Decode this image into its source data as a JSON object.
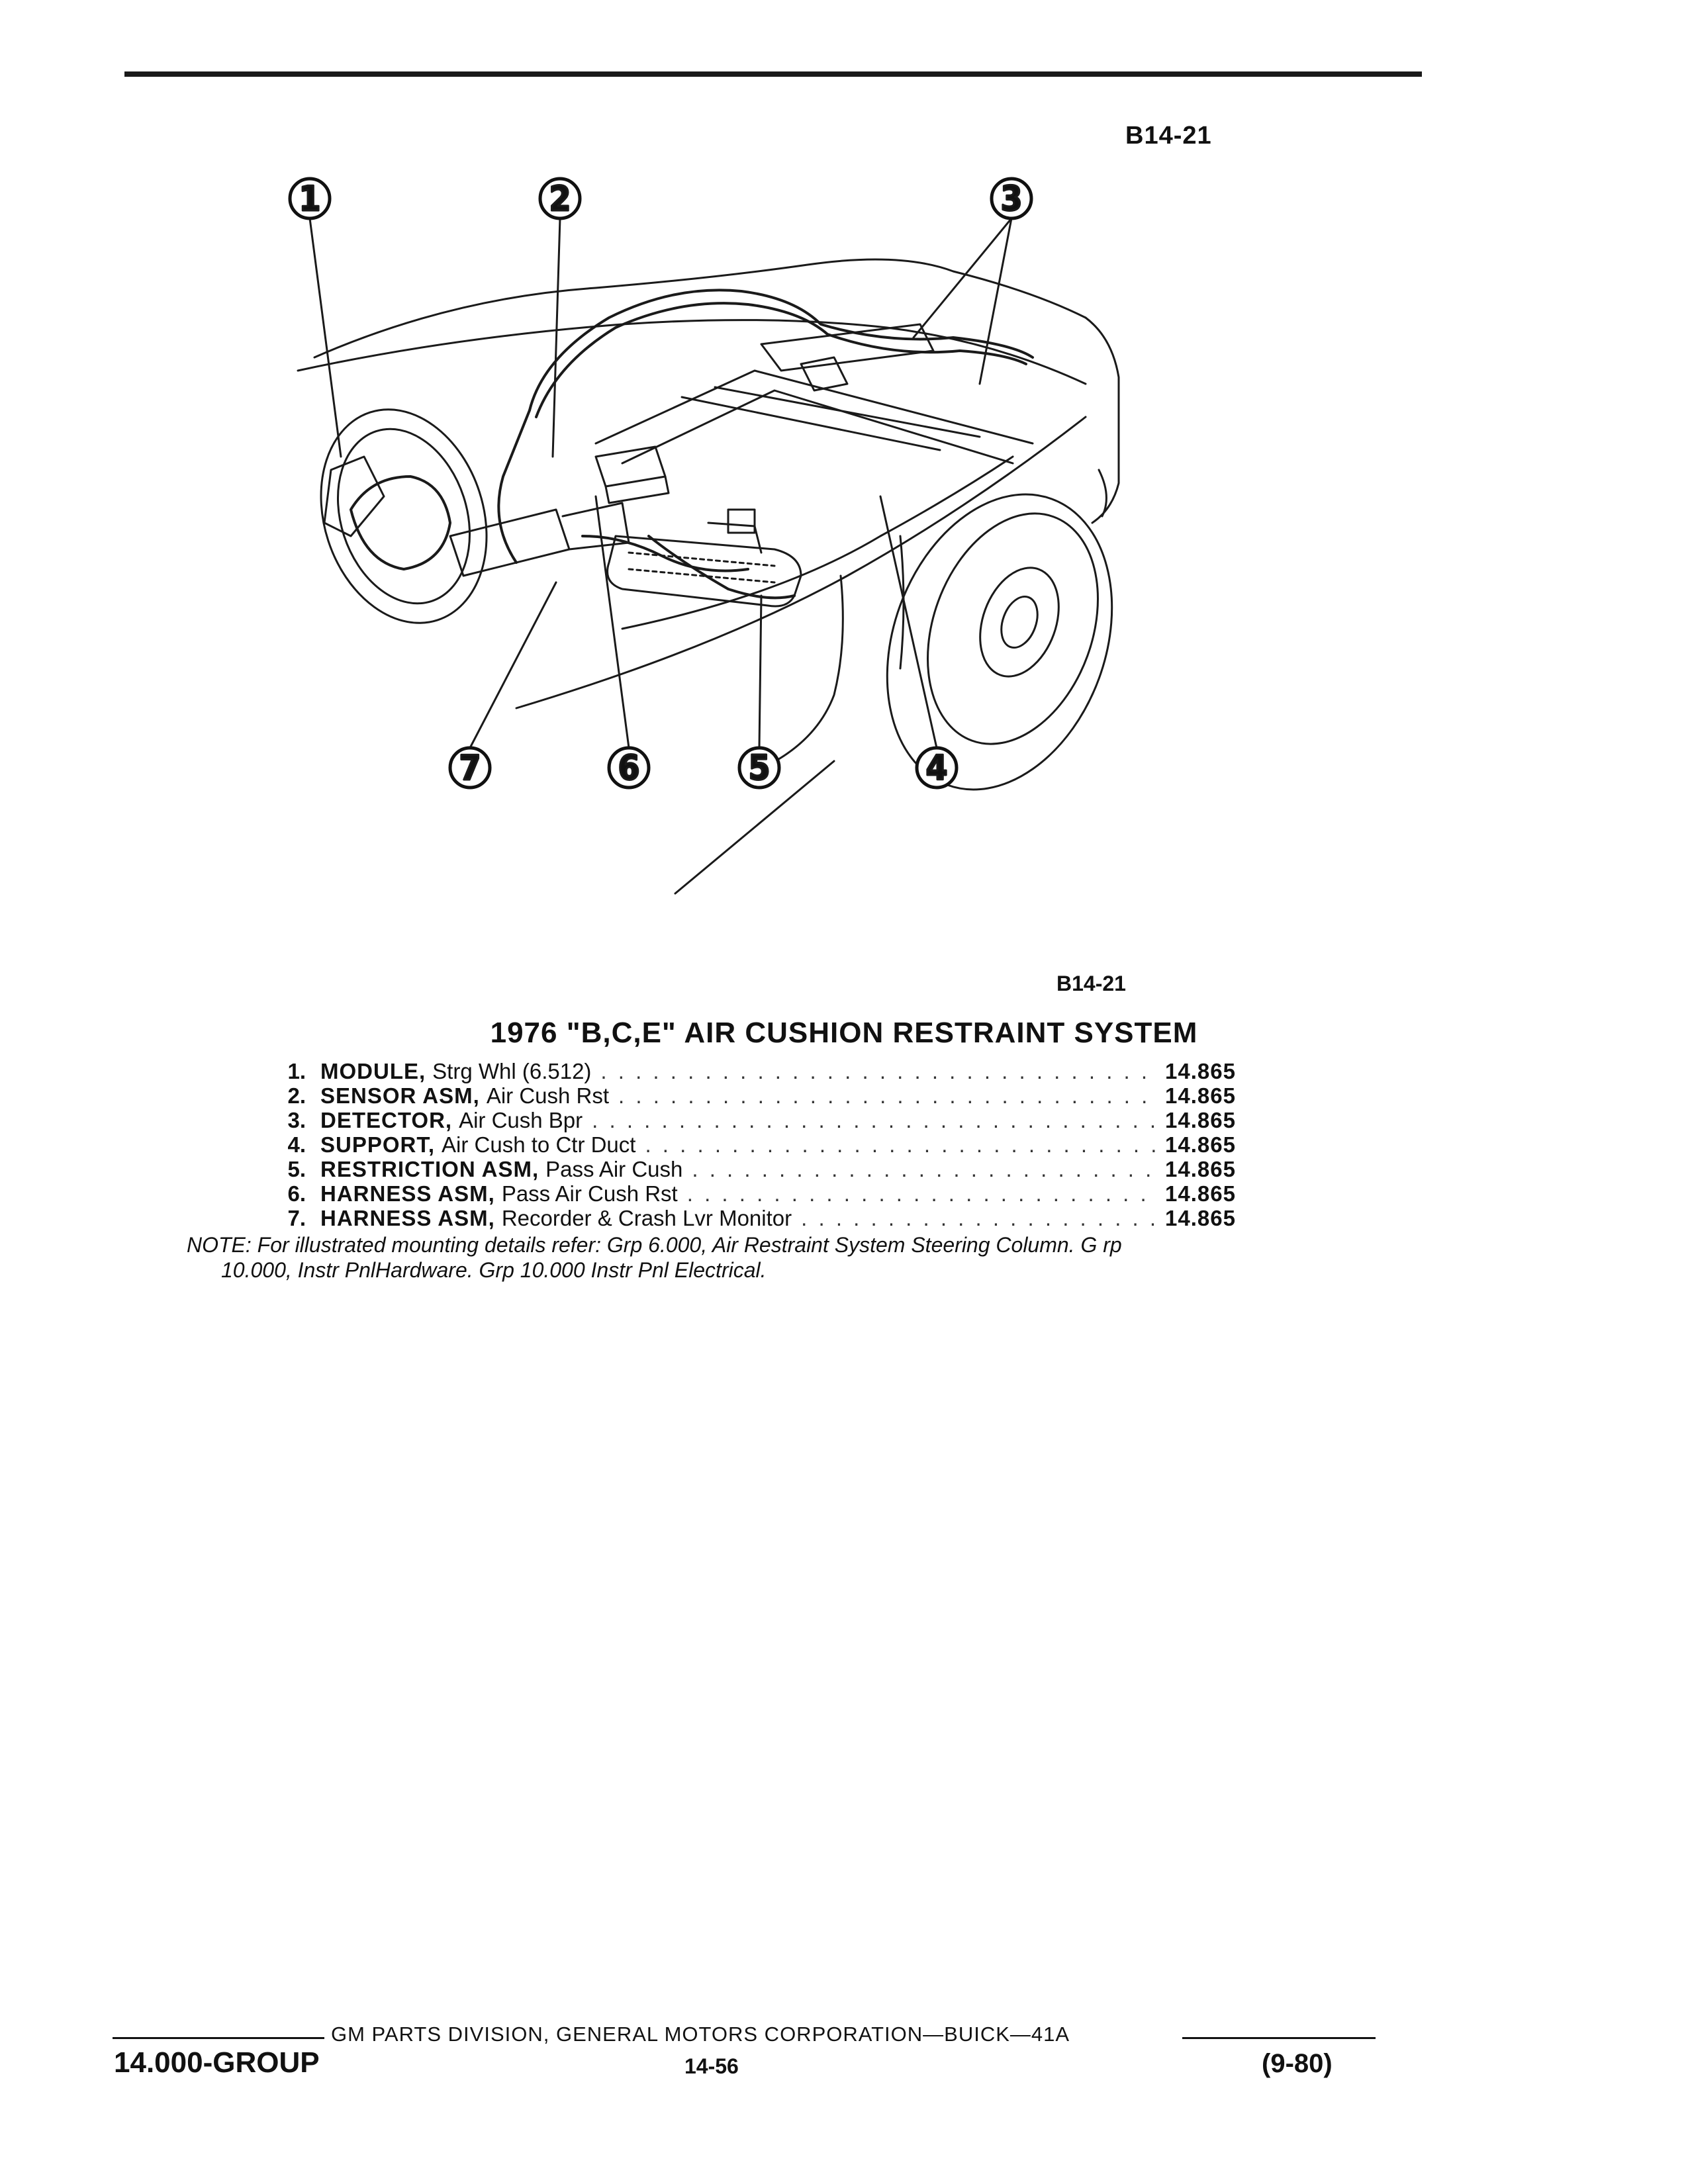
{
  "header": {
    "figure_id": "B14-21"
  },
  "illustration": {
    "callouts": [
      "1",
      "2",
      "3",
      "4",
      "5",
      "6",
      "7"
    ],
    "figure_id": "B14-21"
  },
  "section": {
    "title": "1976 \"B,C,E\" AIR CUSHION RESTRAINT SYSTEM"
  },
  "parts": [
    {
      "num": "1.",
      "name": "MODULE,",
      "desc": "Strg Whl (6.512)",
      "code": "14.865"
    },
    {
      "num": "2.",
      "name": "SENSOR ASM,",
      "desc": "Air Cush Rst",
      "code": "14.865"
    },
    {
      "num": "3.",
      "name": "DETECTOR,",
      "desc": "Air Cush Bpr",
      "code": "14.865"
    },
    {
      "num": "4.",
      "name": "SUPPORT,",
      "desc": "Air Cush to Ctr Duct",
      "code": "14.865"
    },
    {
      "num": "5.",
      "name": "RESTRICTION ASM,",
      "desc": "Pass Air Cush",
      "code": "14.865"
    },
    {
      "num": "6.",
      "name": "HARNESS ASM,",
      "desc": "Pass Air Cush Rst",
      "code": "14.865"
    },
    {
      "num": "7.",
      "name": "HARNESS ASM,",
      "desc": "Recorder & Crash Lvr Monitor",
      "code": "14.865"
    }
  ],
  "note": {
    "line1": "NOTE: For illustrated mounting details refer: Grp 6.000, Air Restraint System Steering Column. G rp",
    "line2": "10.000, Instr PnlHardware. Grp 10.000 Instr Pnl Electrical."
  },
  "footer": {
    "corporation": "GM PARTS DIVISION, GENERAL MOTORS CORPORATION—BUICK—41A",
    "group": "14.000-GROUP",
    "page": "14-56",
    "date": "(9-80)"
  }
}
